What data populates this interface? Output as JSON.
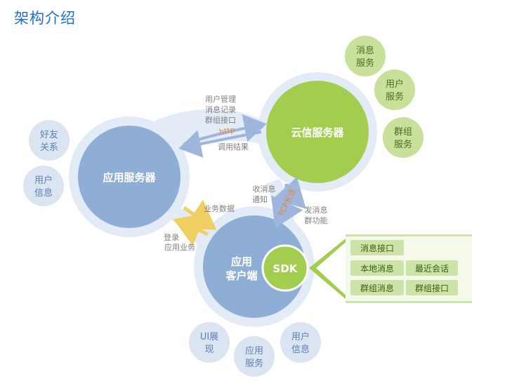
{
  "title": "架构介绍",
  "nodes": {
    "app_server": "应用服务器",
    "cloud_server": "云信服务器",
    "client": [
      "应用",
      "客户端"
    ],
    "sdk": "SDK"
  },
  "satellites": {
    "friends": [
      "好友",
      "关系"
    ],
    "user_info_left": [
      "用户",
      "信息"
    ],
    "msg_service": [
      "消息",
      "服务"
    ],
    "user_service": [
      "用户",
      "服务"
    ],
    "group_service": [
      "群组",
      "服务"
    ],
    "ui_display": [
      "UI展",
      "现"
    ],
    "app_service": [
      "应用",
      "服务"
    ],
    "user_info_bottom": [
      "用户",
      "信息"
    ]
  },
  "links": {
    "top": [
      "用户管理",
      "消息记录",
      "群组接口"
    ],
    "http": "http",
    "result": "调用结果",
    "biz_data": "业务数据",
    "login": [
      "登录",
      "应用业务"
    ],
    "recv": [
      "收消息",
      "通知"
    ],
    "tcp": "TCP长连",
    "send": [
      "发消息",
      "群功能"
    ]
  },
  "sdk_features": [
    "消息接口",
    "本地消息",
    "最近会话",
    "群组消息",
    "群组接口"
  ],
  "colors": {
    "title": "#1e6fd0",
    "blue_node": "#8faed6",
    "green_node": "#a3cd4e",
    "halo": "#e3ebf6",
    "satellite_blue": "#dbe5f2",
    "satellite_green": "#c9e09a",
    "feature_box": "#cde4a8",
    "arrow_blue": "#9fb6dc",
    "arrow_yellow": "#f3d778",
    "accent_orange": "#e3843a"
  }
}
